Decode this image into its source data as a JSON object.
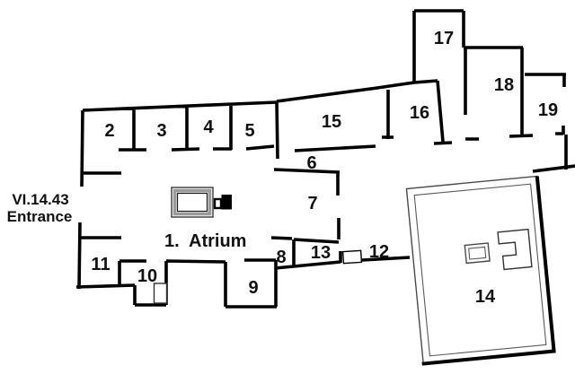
{
  "title_context": {
    "entrance": {
      "line1": "VI.14.43",
      "line2": "Entrance"
    }
  },
  "atrium": {
    "number": "1.",
    "name": "Atrium"
  },
  "rooms": {
    "r2": "2",
    "r3": "3",
    "r4": "4",
    "r5": "5",
    "r6": "6",
    "r7": "7",
    "r8": "8",
    "r9": "9",
    "r10": "10",
    "r11": "11",
    "r12": "12",
    "r13": "13",
    "r14": "14",
    "r15": "15",
    "r16": "16",
    "r17": "17",
    "r18": "18",
    "r19": "19"
  },
  "colors": {
    "wall": "#000000",
    "thin_line": "#4a4a4a",
    "impluvium_frame": "#9a9a9a",
    "background": "#ffffff"
  }
}
